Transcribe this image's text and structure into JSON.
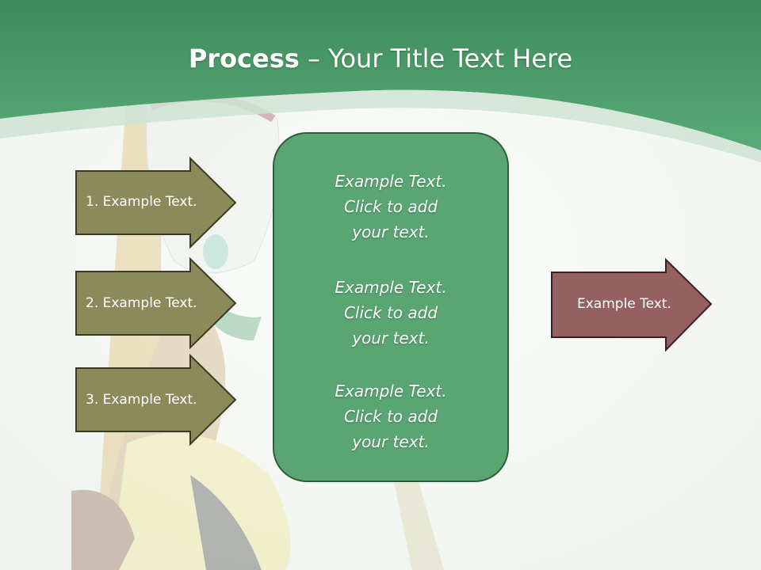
{
  "title": {
    "bold": "Process",
    "rest": " – Your Title Text Here"
  },
  "steps": [
    {
      "label": "1. Example Text."
    },
    {
      "label": "2. Example Text."
    },
    {
      "label": "3. Example Text."
    }
  ],
  "center_blocks": [
    {
      "line1": "Example Text.",
      "line2": "Click  to add",
      "line3": "your text."
    },
    {
      "line1": "Example Text.",
      "line2": "Click  to add",
      "line3": "your text."
    },
    {
      "line1": "Example Text.",
      "line2": "Click  to add",
      "line3": "your text."
    }
  ],
  "output": {
    "label": "Example Text."
  },
  "colors": {
    "header_green": "#4a9e6e",
    "olive_arrow": "#8a8a5a",
    "center_box": "#5aa673",
    "output_arrow": "#946060"
  }
}
